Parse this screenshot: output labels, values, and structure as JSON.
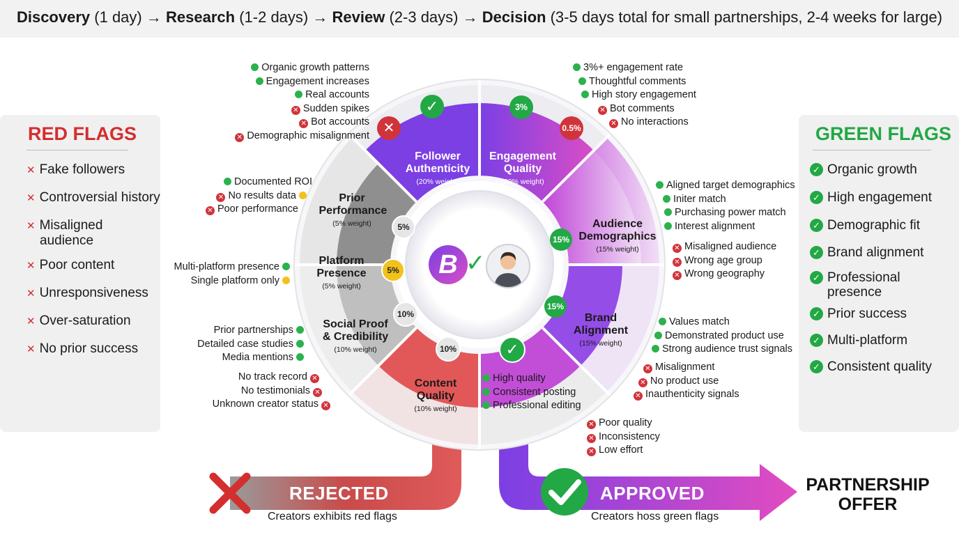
{
  "header": {
    "s1_bold": "Discovery",
    "s1_time": "(1 day)",
    "s2_bold": "Research",
    "s2_time": "(1-2 days)",
    "s3_bold": "Review",
    "s3_time": "(2-3 days)",
    "s4_bold": "Decision",
    "s4_time": "(3-5 days total for small partnerships, 2-4 weeks for large)",
    "arrow": "→"
  },
  "red_flags": {
    "title": "RED FLAGS",
    "items": [
      "Fake followers",
      "Controversial history",
      "Misaligned audience",
      "Poor content",
      "Unresponsiveness",
      "Over-saturation",
      "No prior success"
    ],
    "color": "#d32f2f"
  },
  "green_flags": {
    "title": "GREEN FLAGS",
    "items": [
      "Organic growth",
      "High engagement",
      "Demographic fit",
      "Brand alignment",
      "Professional presence",
      "Prior success",
      "Multi-platform",
      "Consistent quality"
    ],
    "color": "#22a845"
  },
  "segments": {
    "follower": {
      "name": "Follower Authenticity",
      "weight": "(20% weight)"
    },
    "engagement": {
      "name": "Engagement Quality",
      "weight": "(20% weight)",
      "badge_good": "3%",
      "badge_bad": "0.5%"
    },
    "audience": {
      "name": "Audience Demographics",
      "weight": "(15% weight)",
      "badge": "15%"
    },
    "brand": {
      "name": "Brand Alignment",
      "weight": "(15% weight)",
      "badge": "15%"
    },
    "content": {
      "name": "Content Quality",
      "weight": "(10% weight)",
      "badge": "10%"
    },
    "social": {
      "name": "Social Proof & Credibility",
      "weight": "(10% weight)",
      "badge": "10%"
    },
    "platform": {
      "name": "Platform Presence",
      "weight": "(5% weight)",
      "badge": "5%"
    },
    "prior": {
      "name": "Prior Performance",
      "weight": "(5% weight)",
      "badge": "5%"
    }
  },
  "notes": {
    "follower": [
      "Organic growth patterns",
      "Engagement increases",
      "Real accounts",
      "Sudden spikes",
      "Bot accounts",
      "Demographic misalignment"
    ],
    "engagement": [
      "3%+ engagement rate",
      "Thoughtful comments",
      "High story engagement",
      "Bot comments",
      "No interactions"
    ],
    "audience": [
      "Aligned target demographics",
      "Initer match",
      "Purchasing power match",
      "Interest alignment",
      "Misaligned audience",
      "Wrong age group",
      "Wrong geography"
    ],
    "brand": [
      "Values match",
      "Demonstrated product use",
      "Strong audience trust signals",
      "Misalignment",
      "No product use",
      "Inauthenticity signals"
    ],
    "content": [
      "High quality",
      "Consistent posting",
      "Professional editing",
      "Poor quality",
      "Inconsistency",
      "Low effort"
    ],
    "prior": [
      "Documented ROI",
      "No results data",
      "Poor performance"
    ],
    "platform": [
      "Multi-platform presence",
      "Single platform only"
    ],
    "social": [
      "Prior partnerships",
      "Detailed case studies",
      "Media mentions",
      "No track record",
      "No testimonials",
      "Unknown creator status"
    ]
  },
  "center": {
    "logo_letter": "B"
  },
  "outcomes": {
    "rejected": "REJECTED",
    "rejected_sub": "Creators exhibits red flags",
    "approved": "APPROVED",
    "approved_sub": "Creators hoss green flags",
    "offer_line1": "PARTNERSHIP",
    "offer_line2": "OFFER"
  },
  "colors": {
    "purple": "#7b3fe4",
    "magenta": "#e040c0",
    "red": "#d32f2f",
    "green": "#22a845"
  }
}
